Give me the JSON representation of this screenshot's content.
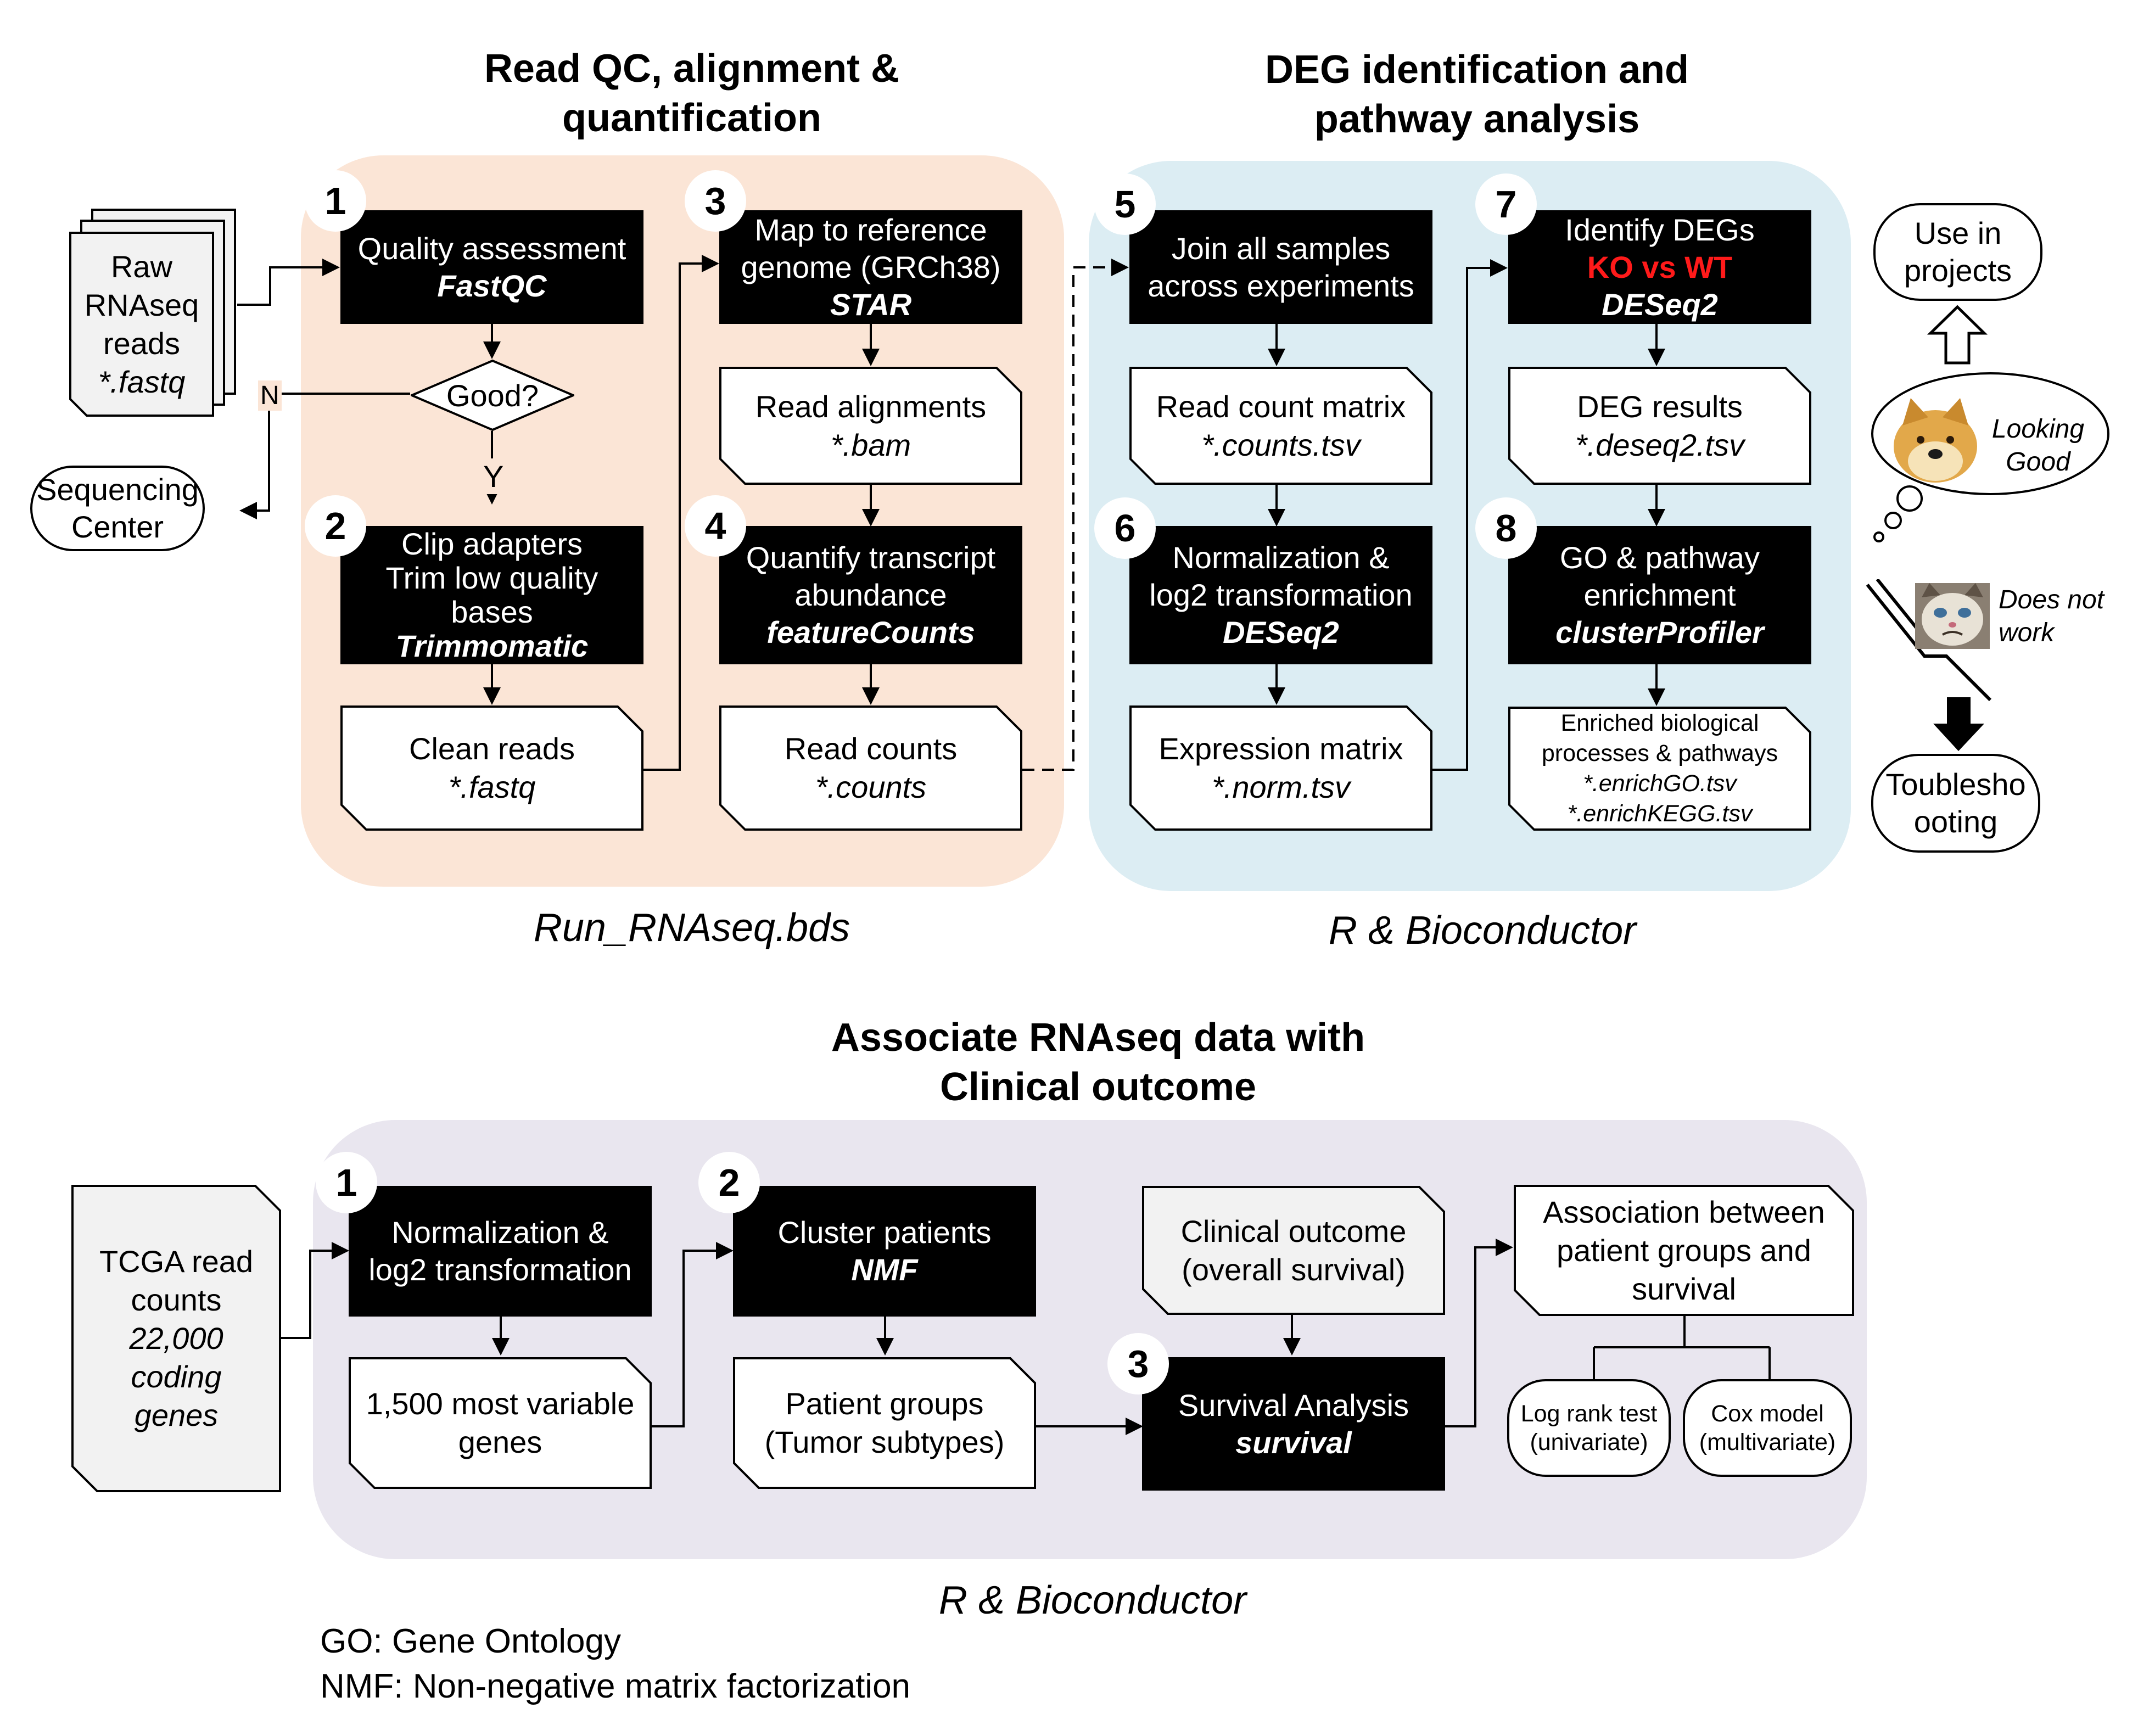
{
  "top_left": {
    "title": [
      "Read QC, alignment &",
      "quantification"
    ],
    "caption": "Run_RNAseq.bds",
    "raw_reads": [
      "Raw",
      "RNAseq",
      "reads",
      "*.fastq"
    ],
    "seq_center": [
      "Sequencing",
      "Center"
    ],
    "decision": "Good?",
    "yes": "Y",
    "no": "N",
    "step1": {
      "num": "1",
      "text": "Quality assessment",
      "tool": "FastQC"
    },
    "step2": {
      "num": "2",
      "lines": [
        "Clip adapters",
        "Trim low quality",
        "bases"
      ],
      "tool": "Trimmomatic"
    },
    "step3": {
      "num": "3",
      "lines": [
        "Map to reference",
        "genome (GRCh38)"
      ],
      "tool": "STAR"
    },
    "step4": {
      "num": "4",
      "lines": [
        "Quantify transcript",
        "abundance"
      ],
      "tool": "featureCounts"
    },
    "clean_reads": {
      "text": "Clean reads",
      "file": "*.fastq"
    },
    "read_alignments": {
      "text": "Read alignments",
      "file": "*.bam"
    },
    "read_counts": {
      "text": "Read counts",
      "file": "*.counts"
    }
  },
  "top_right": {
    "title": [
      "DEG identification and",
      "pathway analysis"
    ],
    "caption": "R & Bioconductor",
    "step5": {
      "num": "5",
      "lines": [
        "Join all samples",
        "across experiments"
      ]
    },
    "step6": {
      "num": "6",
      "lines": [
        "Normalization &",
        "log2 transformation"
      ],
      "tool": "DESeq2"
    },
    "step7": {
      "num": "7",
      "text": "Identify DEGs",
      "red": "KO vs WT",
      "tool": "DESeq2"
    },
    "step8": {
      "num": "8",
      "lines": [
        "GO & pathway",
        "enrichment"
      ],
      "tool": "clusterProfiler"
    },
    "read_count_matrix": {
      "text": "Read count matrix",
      "file": "*.counts.tsv"
    },
    "expression_matrix": {
      "text": "Expression matrix",
      "file": "*.norm.tsv"
    },
    "deg_results": {
      "text": "DEG results",
      "file": "*.deseq2.tsv"
    },
    "enriched": {
      "lines": [
        "Enriched biological",
        "processes & pathways"
      ],
      "files": [
        "*.enrichGO.tsv",
        "*.enrichKEGG.tsv"
      ]
    }
  },
  "outcomes": {
    "use_in_projects": [
      "Use in",
      "projects"
    ],
    "looking_good": [
      "Looking",
      "Good"
    ],
    "does_not_work": [
      "Does not",
      "work"
    ],
    "troubleshooting": [
      "Toublesho",
      "ooting"
    ]
  },
  "bottom": {
    "title": [
      "Associate RNAseq data with",
      "Clinical outcome"
    ],
    "caption": "R & Bioconductor",
    "tcga": {
      "lines": [
        "TCGA read",
        "counts"
      ],
      "italic": [
        "22,000",
        "coding",
        "genes"
      ]
    },
    "step1": {
      "num": "1",
      "lines": [
        "Normalization &",
        "log2 transformation"
      ]
    },
    "step2": {
      "num": "2",
      "text": "Cluster patients",
      "tool": "NMF"
    },
    "step3": {
      "num": "3",
      "text": "Survival Analysis",
      "tool": "survival"
    },
    "variable_genes": [
      "1,500 most variable",
      "genes"
    ],
    "patient_groups": [
      "Patient groups",
      "(Tumor subtypes)"
    ],
    "clinical_outcome": [
      "Clinical outcome",
      "(overall survival)"
    ],
    "association": [
      "Association between",
      "patient groups and",
      "survival"
    ],
    "log_rank": [
      "Log rank test",
      "(univariate)"
    ],
    "cox": [
      "Cox model",
      "(multivariate)"
    ]
  },
  "abbreviations": [
    "GO: Gene Ontology",
    "NMF: Non-negative matrix factorization"
  ]
}
